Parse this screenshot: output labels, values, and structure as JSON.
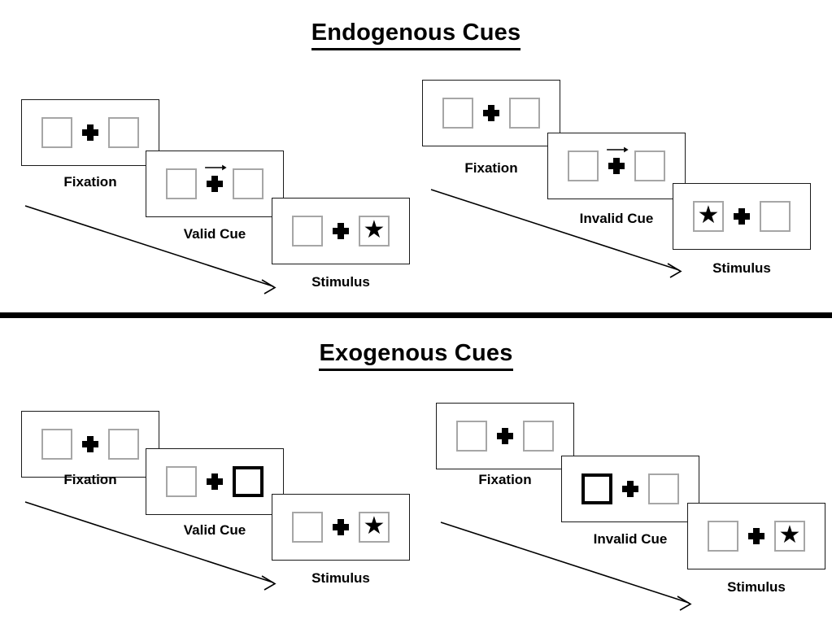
{
  "figure": {
    "background": "#ffffff",
    "line_color": "#1a1a1a",
    "box_border_color": "#a6a6a6",
    "cue_border_color": "#000000",
    "star_glyph": "★"
  },
  "sections": [
    {
      "id": "endogenous",
      "title": "Endogenous Cues",
      "cue_type": "arrow",
      "sequences": [
        {
          "id": "endogenous-valid",
          "panels": [
            {
              "caption": "Fixation",
              "left_box": "empty",
              "right_box": "empty",
              "cue": "none"
            },
            {
              "caption": "Valid Cue",
              "left_box": "empty",
              "right_box": "empty",
              "cue": "arrow-right"
            },
            {
              "caption": "Stimulus",
              "left_box": "empty",
              "right_box": "star",
              "cue": "none"
            }
          ]
        },
        {
          "id": "endogenous-invalid",
          "panels": [
            {
              "caption": "Fixation",
              "left_box": "empty",
              "right_box": "empty",
              "cue": "none"
            },
            {
              "caption": "Invalid Cue",
              "left_box": "empty",
              "right_box": "empty",
              "cue": "arrow-right"
            },
            {
              "caption": "Stimulus",
              "left_box": "star",
              "right_box": "empty",
              "cue": "none"
            }
          ]
        }
      ]
    },
    {
      "id": "exogenous",
      "title": "Exogenous Cues",
      "cue_type": "box-highlight",
      "sequences": [
        {
          "id": "exogenous-valid",
          "panels": [
            {
              "caption": "Fixation",
              "left_box": "empty",
              "right_box": "empty",
              "cue": "none"
            },
            {
              "caption": "Valid Cue",
              "left_box": "empty",
              "right_box": "cued",
              "cue": "right-box-highlight"
            },
            {
              "caption": "Stimulus",
              "left_box": "empty",
              "right_box": "star",
              "cue": "none"
            }
          ]
        },
        {
          "id": "exogenous-invalid",
          "panels": [
            {
              "caption": "Fixation",
              "left_box": "empty",
              "right_box": "empty",
              "cue": "none"
            },
            {
              "caption": "Invalid Cue",
              "left_box": "cued",
              "right_box": "empty",
              "cue": "left-box-highlight"
            },
            {
              "caption": "Stimulus",
              "left_box": "empty",
              "right_box": "star",
              "cue": "none"
            }
          ]
        }
      ]
    }
  ]
}
